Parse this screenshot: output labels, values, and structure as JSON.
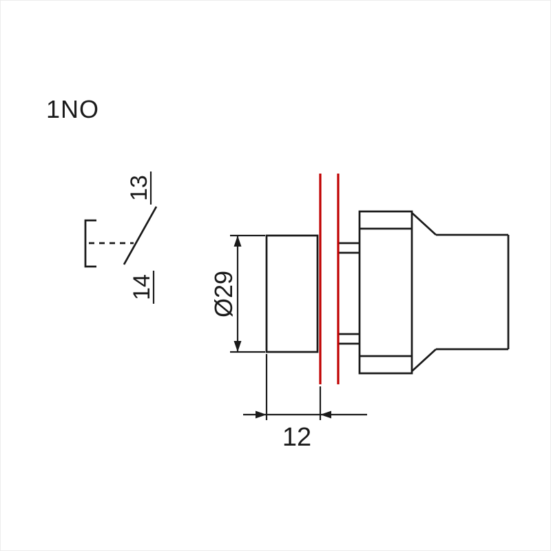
{
  "title": "1NO",
  "contact_symbol": {
    "terminal_top_label": "13",
    "terminal_bottom_label": "14"
  },
  "dimensions": {
    "diameter_label": "Ø29",
    "depth_label": "12"
  },
  "colors": {
    "line": "#1a1a1a",
    "panel_marker": "#c00000",
    "background": "#ffffff"
  }
}
